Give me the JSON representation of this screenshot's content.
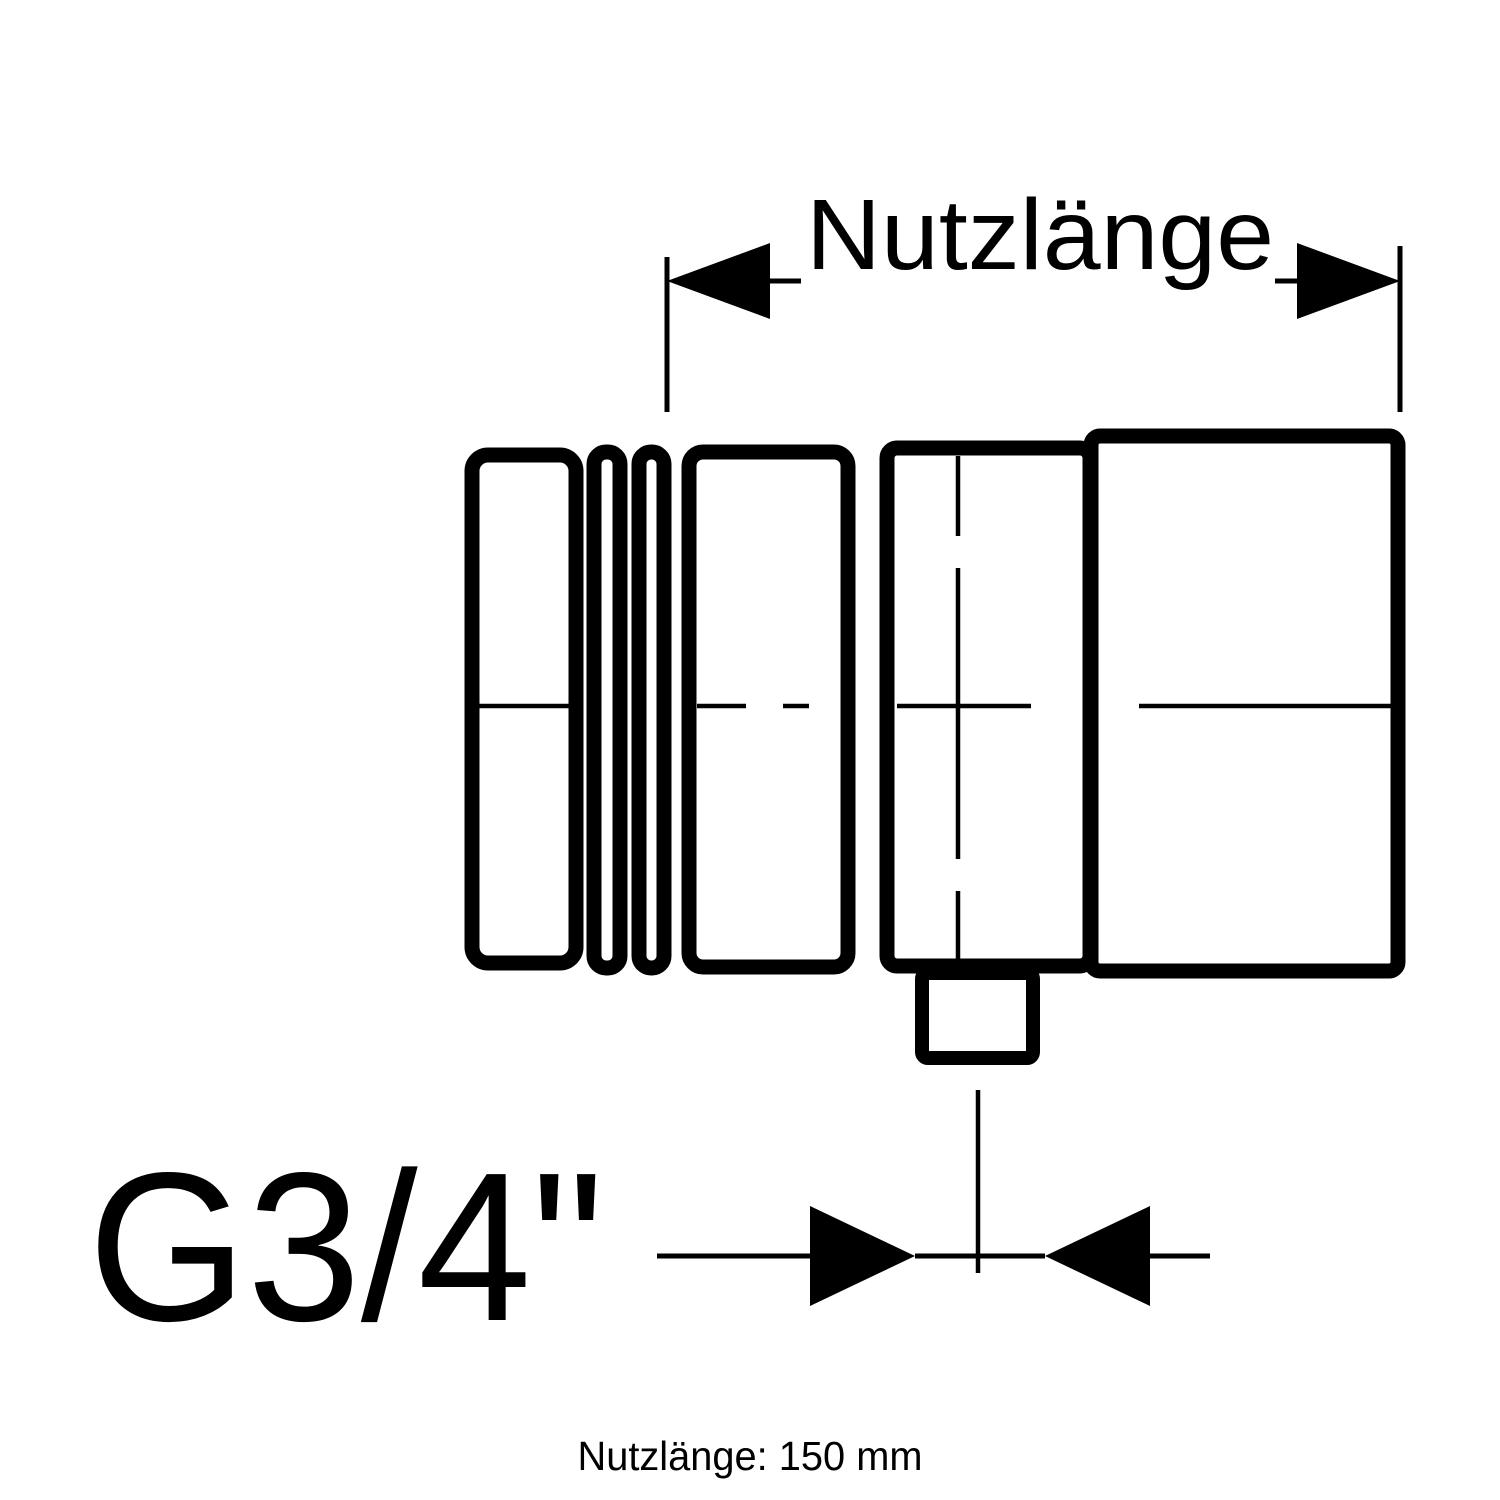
{
  "drawing": {
    "type": "technical-dimension-drawing",
    "subject": "pipe fitting side view",
    "background_color": "#ffffff",
    "line_color": "#000000",
    "upper_dimension": {
      "label": "Nutzlänge"
    },
    "thread_dimension": {
      "label": "G3/4\""
    },
    "caption": {
      "text": "Nutzlänge: 150 mm"
    }
  }
}
